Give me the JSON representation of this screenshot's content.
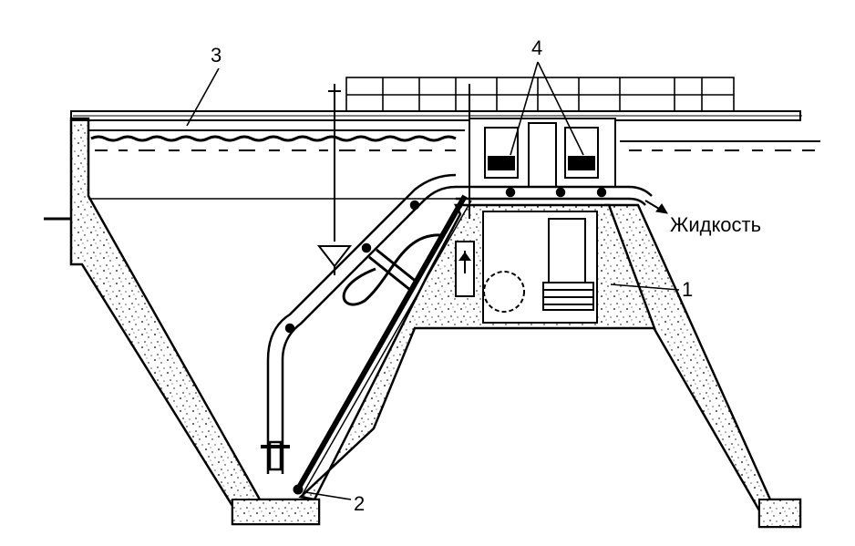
{
  "labels": {
    "l1": "1",
    "l2": "2",
    "l3": "3",
    "l4": "4",
    "liquid": "Жидкость"
  }
}
